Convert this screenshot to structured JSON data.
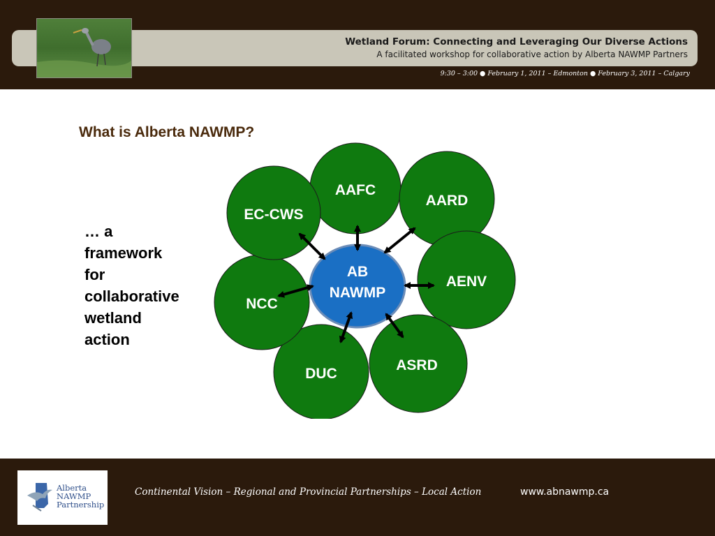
{
  "header": {
    "title": "Wetland Forum: Connecting and Leveraging Our Diverse Actions",
    "subtitle": "A facilitated workshop for collaborative action by Alberta NAWMP Partners",
    "dates": "9:30 – 3:00 ● February 1, 2011 – Edmonton ● February 3, 2011 – Calgary",
    "photo_icon": "heron-photo"
  },
  "slide": {
    "title": "What is Alberta NAWMP?",
    "framework_lines": [
      "… a",
      "framework",
      "for",
      "collaborative",
      "wetland",
      "action"
    ]
  },
  "diagram": {
    "center": {
      "line1": "AB",
      "line2": "NAWMP",
      "color": "#1a6fc4"
    },
    "node_color": "#0f7a0f",
    "nodes": [
      "AAFC",
      "AARD",
      "AENV",
      "ASRD",
      "DUC",
      "NCC",
      "EC-CWS"
    ]
  },
  "footer": {
    "logo_lines": [
      "Alberta",
      "NAWMP",
      "Partnership"
    ],
    "tagline": "Continental Vision – Regional and Provincial Partnerships – Local Action",
    "url": "www.abnawmp.ca"
  },
  "colors": {
    "band": "#2b1a0c",
    "title_bar": "#c9c6b8",
    "slide_title": "#4a2a0c"
  }
}
